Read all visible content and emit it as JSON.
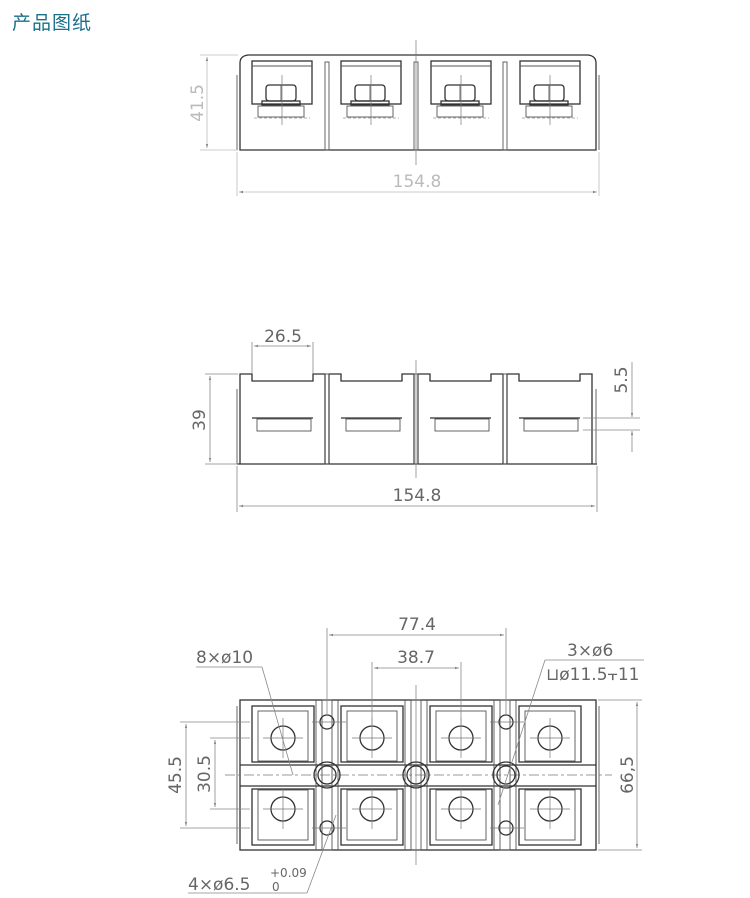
{
  "header": {
    "title": "产品图纸"
  },
  "views": {
    "top": {
      "height_dim": "41.5",
      "width_dim": "154.8"
    },
    "front": {
      "slot_dim": "26.5",
      "height_dim": "39",
      "step_dim": "5.5",
      "width_dim": "154.8"
    },
    "bottom": {
      "pitch_outer": "77.4",
      "pitch_inner": "38.7",
      "terminal_holes": "8×ø10",
      "center_holes_line1": "3×ø6",
      "center_holes_line2": "⊔ø11.5⫟11",
      "mount_holes_base": "4×ø6.5",
      "mount_tol_upper": "+0.09",
      "mount_tol_lower": "0",
      "outer_height": "45.5",
      "inner_height": "30.5",
      "total_height": "66,5"
    }
  },
  "colors": {
    "title": "#1a6f8a",
    "line": "#333333",
    "dimension": "#888888"
  }
}
